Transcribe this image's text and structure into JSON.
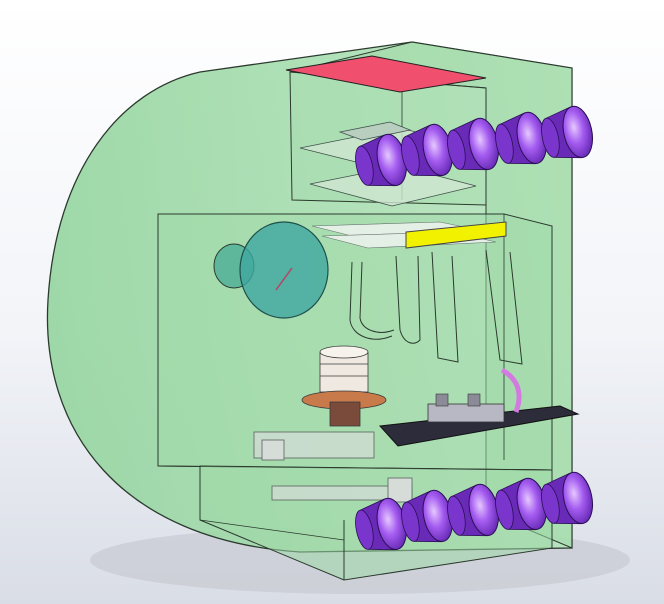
{
  "scene": {
    "subject": "cad-assembly-render",
    "background_colors": [
      "#ffffff",
      "#d9dde6"
    ],
    "housing_color": "#9fd9a6",
    "housing_edge_color": "#2b3a2e",
    "top_panel_color": "#f0506e",
    "yellow_bar_color": "#f2f200",
    "nozzle_color": "#8a38e6",
    "disc_color": "#3fa7a0",
    "tray_color": "#2c2c3a",
    "top_nozzle_count": 5,
    "bottom_nozzle_count": 5
  }
}
